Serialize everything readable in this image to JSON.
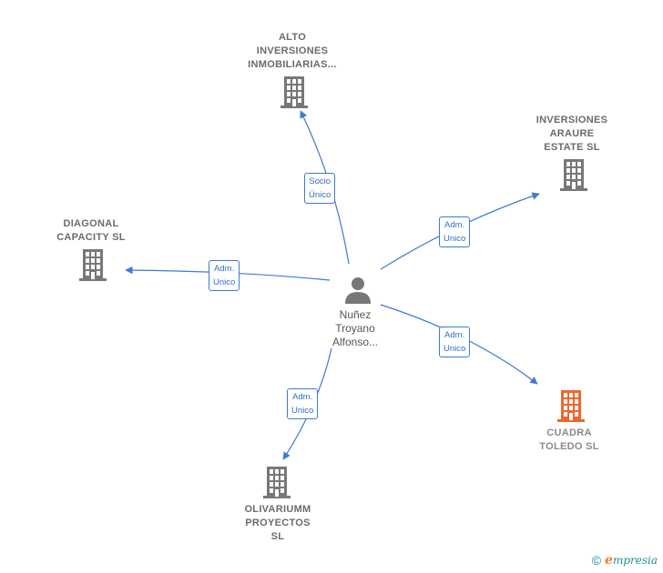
{
  "colors": {
    "edge": "#3c7bd0",
    "building": "#787878",
    "building_highlight": "#f0652c",
    "person": "#777777"
  },
  "center": {
    "label": [
      "Nuñez",
      "Troyano",
      "Alfonso..."
    ],
    "icon": "person-icon"
  },
  "companies": [
    {
      "id": "alto",
      "label": [
        "ALTO",
        "INVERSIONES",
        "INMOBILIARIAS..."
      ],
      "relation": [
        "Socio",
        "Único"
      ],
      "icon": "building-icon",
      "highlight": false
    },
    {
      "id": "araure",
      "label": [
        "INVERSIONES",
        "ARAURE",
        "ESTATE  SL"
      ],
      "relation": [
        "Adm.",
        "Unico"
      ],
      "icon": "building-icon",
      "highlight": false
    },
    {
      "id": "diagonal",
      "label": [
        "DIAGONAL",
        "CAPACITY  SL"
      ],
      "relation": [
        "Adm.",
        "Unico"
      ],
      "icon": "building-icon",
      "highlight": false
    },
    {
      "id": "cuadra",
      "label": [
        "CUADRA",
        "TOLEDO  SL"
      ],
      "relation": [
        "Adm.",
        "Unico"
      ],
      "icon": "building-icon",
      "highlight": true
    },
    {
      "id": "olivariumm",
      "label": [
        "OLIVARIUMM",
        "PROYECTOS",
        "SL"
      ],
      "relation": [
        "Adm.",
        "Unico"
      ],
      "icon": "building-icon",
      "highlight": false
    }
  ],
  "footer": {
    "copyright_symbol": "©",
    "brand_initial": "e",
    "brand_rest": "mpresia"
  }
}
